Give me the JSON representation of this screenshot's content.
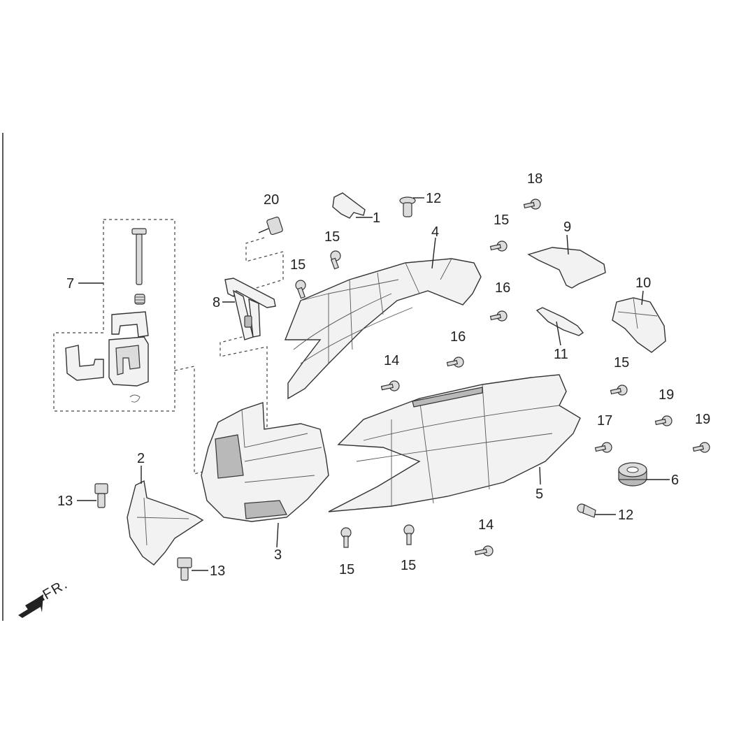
{
  "front_indicator": "FR.",
  "callouts": [
    "1",
    "2",
    "3",
    "4",
    "5",
    "6",
    "7",
    "8",
    "9",
    "10",
    "11",
    "12",
    "12",
    "13",
    "13",
    "14",
    "14",
    "15",
    "15",
    "15",
    "15",
    "15",
    "15",
    "16",
    "16",
    "17",
    "18",
    "19",
    "19",
    "20"
  ]
}
